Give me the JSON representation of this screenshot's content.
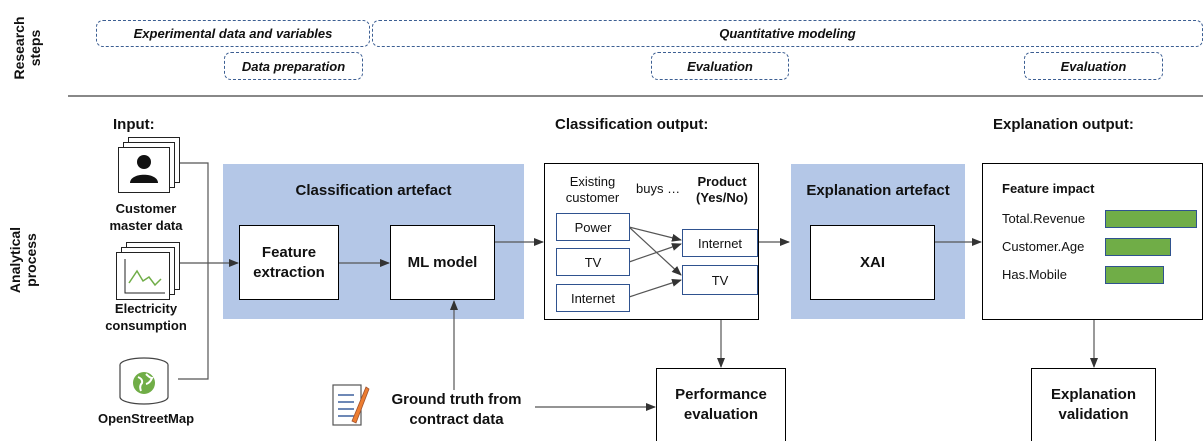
{
  "rows": {
    "research": "Research steps",
    "analytical": "Analytical process"
  },
  "research_steps": {
    "experimental": "Experimental data and variables",
    "quantitative": "Quantitative modeling",
    "data_prep": "Data preparation",
    "evaluation_1": "Evaluation",
    "evaluation_2": "Evaluation"
  },
  "headings": {
    "input": "Input:",
    "classification_output": "Classification output:",
    "explanation_output": "Explanation output:"
  },
  "inputs": {
    "customer": "Customer master data",
    "electricity": "Electricity consumption",
    "osm": "OpenStreetMap"
  },
  "classification_artefact": {
    "title": "Classification artefact",
    "feature_extraction": "Feature extraction",
    "ml_model": "ML model"
  },
  "classification_output": {
    "existing_customer": "Existing customer",
    "buys": "buys …",
    "product": "Product (Yes/No)",
    "left_items": [
      "Power",
      "TV",
      "Internet"
    ],
    "right_items": [
      "Internet",
      "TV"
    ]
  },
  "explanation_artefact": {
    "title": "Explanation artefact",
    "xai": "XAI"
  },
  "explanation_output": {
    "title": "Feature impact",
    "features": [
      {
        "name": "Total.Revenue",
        "impact": 1.0
      },
      {
        "name": "Customer.Age",
        "impact": 0.72
      },
      {
        "name": "Has.Mobile",
        "impact": 0.64
      }
    ],
    "bar_color": "#70ad47"
  },
  "ground_truth": "Ground truth from contract data",
  "performance_evaluation": "Performance evaluation",
  "explanation_validation": "Explanation validation"
}
